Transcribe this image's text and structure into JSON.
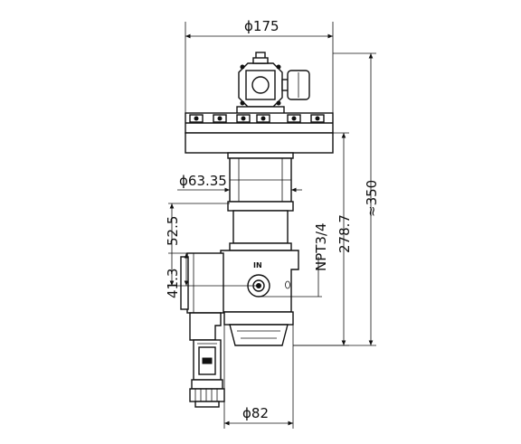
{
  "drawing": {
    "dimensions": {
      "flange_diameter": "ϕ175",
      "body_diameter": "ϕ63.35",
      "bottom_diameter": "ϕ82",
      "thread": "NPT3/4",
      "height_overall": "≈350",
      "height_upper": "278.7",
      "offset_upper": "52.5",
      "offset_lower": "41.3"
    },
    "inlet_label": "IN"
  }
}
